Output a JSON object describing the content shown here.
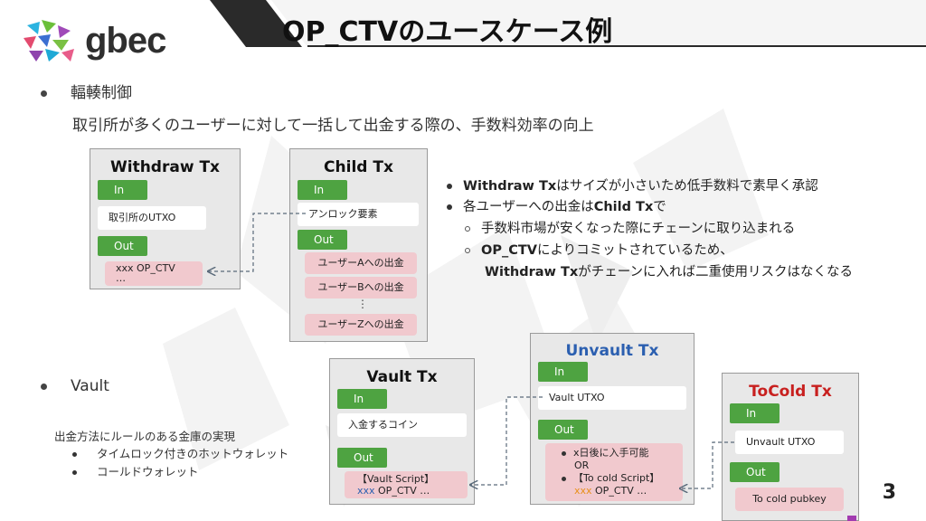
{
  "header": {
    "logo_text": "gbec",
    "title": "OP_CTVのユースケース例"
  },
  "section1": {
    "heading": "輻輳制御",
    "description": "取引所が多くのユーザーに対して一括して出金する際の、手数料効率の向上"
  },
  "withdraw_tx": {
    "title": "Withdraw Tx",
    "in_label": "In",
    "in_field": "取引所のUTXO",
    "out_label": "Out",
    "out_line1": "xxx OP_CTV",
    "out_line2": "…"
  },
  "child_tx": {
    "title": "Child Tx",
    "in_label": "In",
    "in_field": "アンロック要素",
    "out_label": "Out",
    "outputs": [
      "ユーザーAへの出金",
      "ユーザーBへの出金",
      "ユーザーZへの出金"
    ],
    "ellipsis": "⋮"
  },
  "notes": {
    "b1_bold": "Withdraw Tx",
    "b1_rest": "はサイズが小さいため低手数料で素早く承認",
    "b2_pre": "各ユーザーへの出金は",
    "b2_bold": "Child Tx",
    "b2_post": "で",
    "s1": "手数料市場が安くなった際にチェーンに取り込まれる",
    "s2_bold": "OP_CTV",
    "s2_rest": "によりコミットされているため、",
    "s3_bold": "Withdraw Tx",
    "s3_rest": "がチェーンに入れば二重使用リスクはなくなる"
  },
  "section2": {
    "heading": "Vault",
    "description": "出金方法にルールのある金庫の実現",
    "items": [
      "タイムロック付きのホットウォレット",
      "コールドウォレット"
    ]
  },
  "vault_tx": {
    "title": "Vault Tx",
    "in_label": "In",
    "in_field": "入金するコイン",
    "out_label": "Out",
    "out_line1": "【Vault Script】",
    "out_xxx": "xxx",
    "out_line2": " OP_CTV …"
  },
  "unvault_tx": {
    "title": "Unvault Tx",
    "in_label": "In",
    "in_field": "Vault UTXO",
    "out_label": "Out",
    "out_line1": "x日後に入手可能",
    "out_or": "OR",
    "out_line3": "【To cold Script】",
    "out_xxx": "xxx",
    "out_line4": " OP_CTV …"
  },
  "tocold_tx": {
    "title": "ToCold Tx",
    "in_label": "In",
    "in_field": "Unvault UTXO",
    "out_label": "Out",
    "out_field": "To cold pubkey"
  },
  "footer": {
    "page_number": "3"
  },
  "colors": {
    "green_tag": "#4ea341",
    "pink_field": "#f1c9ce",
    "unvault_title": "#2b5fb0",
    "tocold_title": "#c8201f",
    "xxx_blue": "#2b5fb0",
    "xxx_orange": "#e8901a"
  }
}
